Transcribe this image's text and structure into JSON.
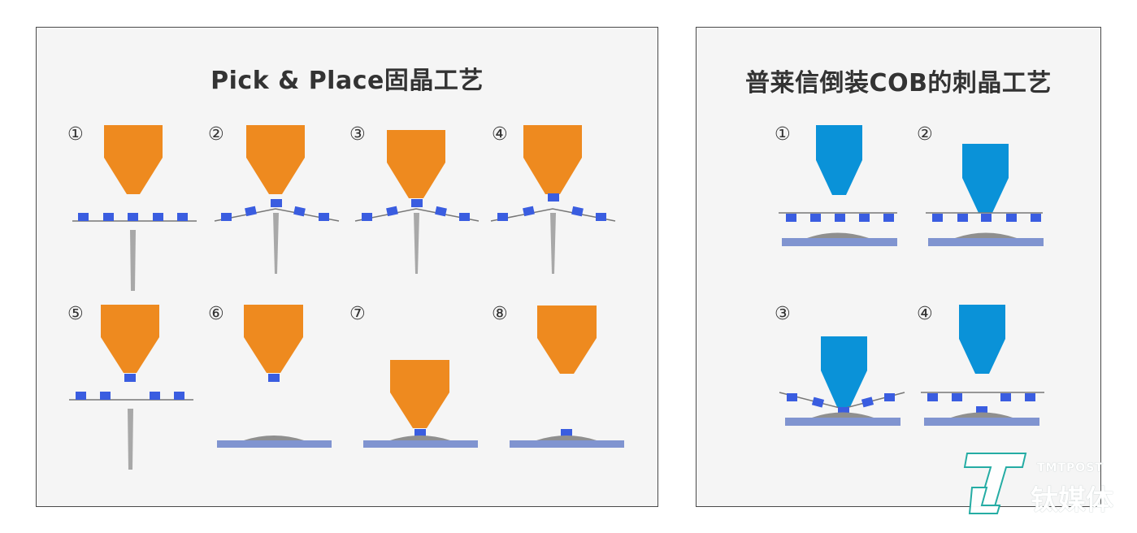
{
  "left_panel": {
    "title": "Pick & Place固晶工艺",
    "steps": [
      "①",
      "②",
      "③",
      "④",
      "⑤",
      "⑥",
      "⑦",
      "⑧"
    ]
  },
  "right_panel": {
    "title": "普莱信倒装COB的刺晶工艺",
    "steps": [
      "①",
      "②",
      "③",
      "④"
    ]
  },
  "watermark": {
    "brand_latin": "TMTPOST",
    "brand_cn": "钛媒体"
  },
  "colors": {
    "orange_nozzle": "#ee8a1f",
    "blue_nozzle": "#0a92d8",
    "die": "#3a5de0",
    "substrate": "#8094d0",
    "solder": "#8f8f8f",
    "needle": "#a8a8a8",
    "film": "#777777"
  }
}
